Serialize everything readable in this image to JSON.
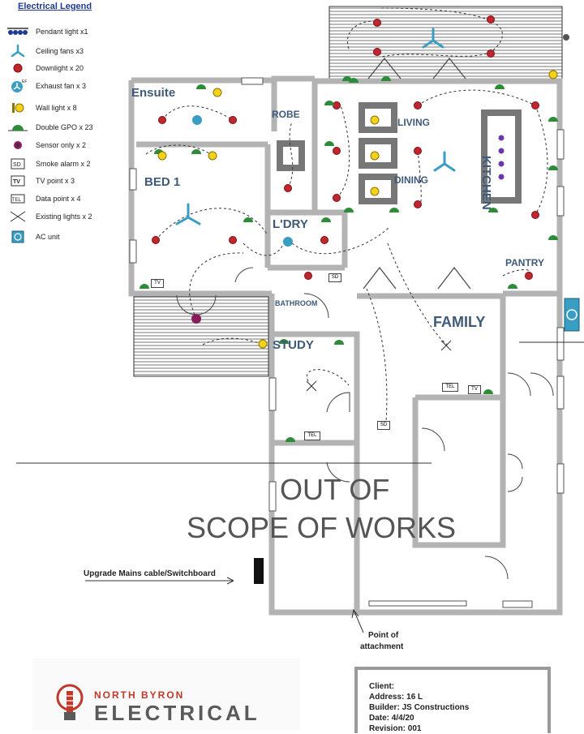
{
  "legend": {
    "title": "Electrical Legend",
    "items": [
      {
        "icon": "pendant-light",
        "label": "Pendant light x1"
      },
      {
        "icon": "ceiling-fan",
        "label": "Ceiling fans x3"
      },
      {
        "icon": "downlight",
        "label": "Downlight x 20"
      },
      {
        "icon": "exhaust-fan",
        "label": "Exhaust fan x 3",
        "mark": "EF"
      },
      {
        "icon": "wall-light",
        "label": "Wall light x 8"
      },
      {
        "icon": "double-gpo",
        "label": "Double GPO x 23"
      },
      {
        "icon": "sensor",
        "label": "Sensor only x 2"
      },
      {
        "icon": "smoke-alarm",
        "label": "Smoke alarm x 2",
        "mark": "SD"
      },
      {
        "icon": "tv-point",
        "label": "TV point x 3",
        "mark": "TV"
      },
      {
        "icon": "data-point",
        "label": "Data point x 4",
        "mark": "TEL"
      },
      {
        "icon": "existing-light",
        "label": "Existing lights x 2"
      },
      {
        "icon": "ac-unit",
        "label": "AC unit"
      }
    ]
  },
  "rooms": {
    "ensuite": "Ensuite",
    "robe": "ROBE",
    "bed1": "BED 1",
    "living": "LIVING",
    "dining": "DINING",
    "kitchen": "KITCHEN",
    "laundry": "L'DRY",
    "pantry": "PANTRY",
    "bathroom": "BATHROOM",
    "family": "FAMILY",
    "study": "STUDY"
  },
  "scope": {
    "line1": "OUT OF",
    "line2": "SCOPE OF WORKS"
  },
  "notes": {
    "mains": "Upgrade Mains cable/Switchboard",
    "poa_line1": "Point of",
    "poa_line2": "attachment"
  },
  "tags": {
    "sd": "SD",
    "tv": "TV",
    "tel": "TEL"
  },
  "logo": {
    "top": "NORTH BYRON",
    "main": "ELECTRICAL"
  },
  "title_block": {
    "client_label": "Client:",
    "client_value": "",
    "address_label": "Address:",
    "address_value": "16 L",
    "builder_label": "Builder:",
    "builder_value": "JS Constructions",
    "date_label": "Date:",
    "date_value": "4/4/20",
    "revision_label": "Revision:",
    "revision_value": "001"
  },
  "colors": {
    "wall": "#b3b3b3",
    "downlight": "#c0262d",
    "gpo": "#2e8b3a",
    "fan": "#3a9dc4",
    "wall_light": "#f2d21b",
    "room_label": "#3e5a7a",
    "brand_red": "#c0392b"
  }
}
